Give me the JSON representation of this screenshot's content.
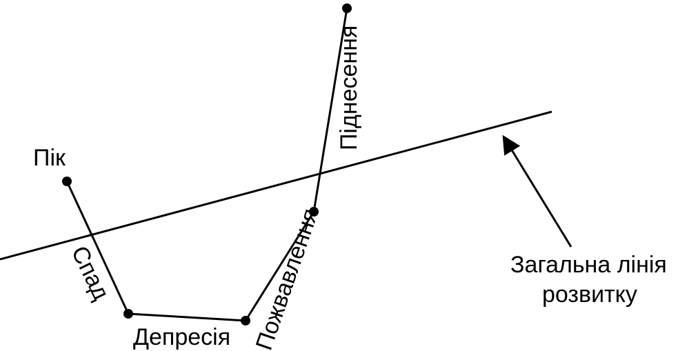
{
  "labels": {
    "peak": "Пік",
    "decline": "Спад",
    "depression": "Депресія",
    "recovery": "Пожвавлення",
    "rise": "Піднесення",
    "trend_line_1": "Загальна лінія",
    "trend_line_2": "розвитку"
  },
  "colors": {
    "stroke": "#000000",
    "background": "#ffffff"
  }
}
